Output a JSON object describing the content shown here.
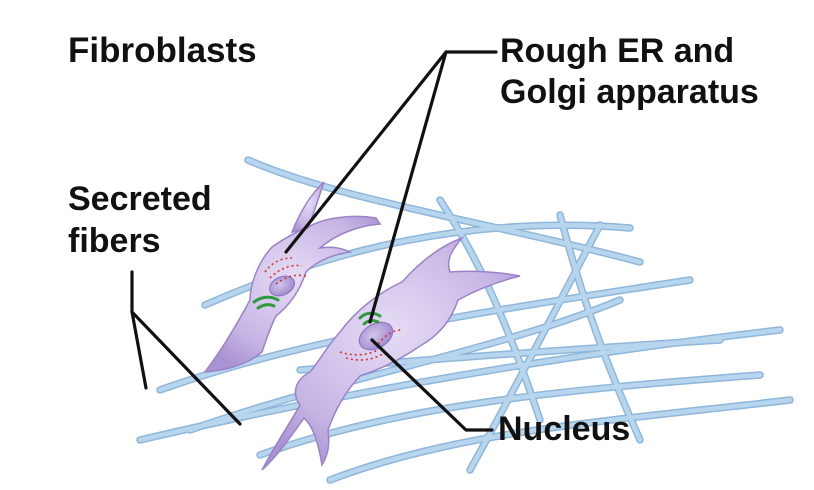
{
  "title": "Fibroblasts",
  "labels": {
    "rough_er_line1": "Rough ER and",
    "rough_er_line2": "Golgi apparatus",
    "secreted_line1": "Secreted",
    "secreted_line2": "fibers",
    "nucleus": "Nucleus"
  },
  "colors": {
    "fiber": "#a9cbe8",
    "fiber_edge": "#7faad3",
    "cell": "#c9b8e6",
    "cell_edge": "#9a83c6",
    "nucleus": "#b4a2d8",
    "rough_er": "#d2332e",
    "golgi": "#2f9a3c",
    "leader": "#111111"
  }
}
